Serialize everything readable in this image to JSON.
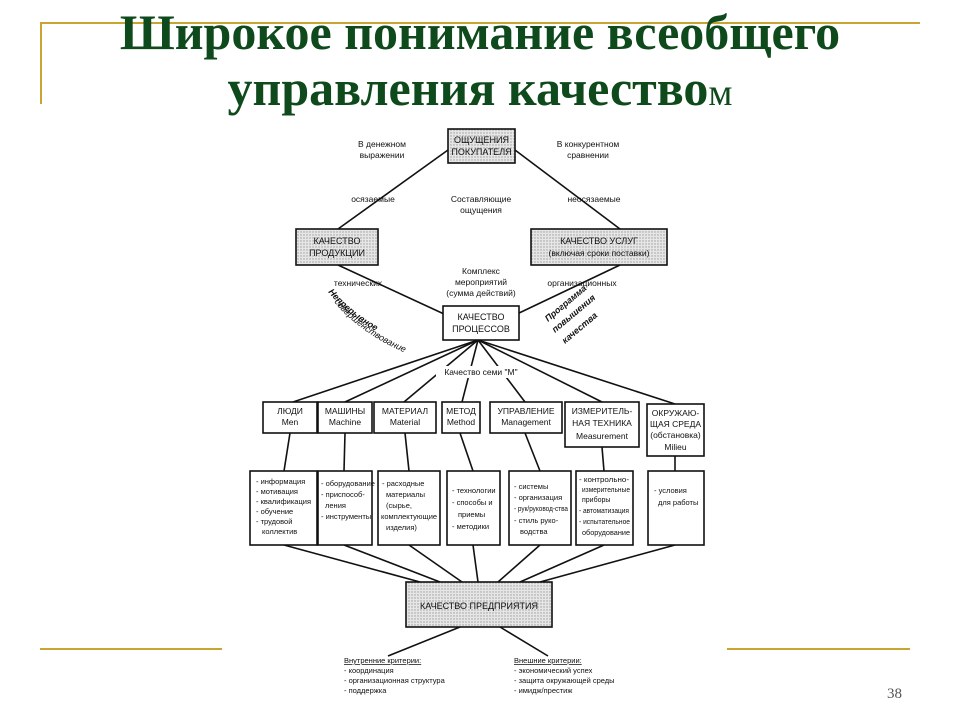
{
  "slide": {
    "title_line1": "Широкое понимание всеобщего",
    "title_line2_main": "управления качество",
    "title_line2_tail": "м",
    "page_number": "38"
  },
  "diagram": {
    "top_box": [
      "ОЩУЩЕНИЯ",
      "ПОКУПАТЕЛЯ"
    ],
    "left_note": [
      "В денежном",
      "выражении"
    ],
    "right_note": [
      "В конкурентном",
      "сравнении"
    ],
    "center_note": [
      "Составляющие",
      "ощущения"
    ],
    "left_edge_label": "осязаемые",
    "right_edge_label": "неосязаемые",
    "product_box": [
      "КАЧЕСТВО",
      "ПРОДУКЦИИ"
    ],
    "service_box": [
      "КАЧЕСТВО УСЛУГ",
      "(включая сроки поставки)"
    ],
    "tech_label": "технических",
    "org_label": "организационных",
    "complex_note": [
      "Комплекс",
      "мероприятий",
      "(сумма действий)"
    ],
    "process_box": [
      "КАЧЕСТВО",
      "ПРОЦЕССОВ"
    ],
    "left_arc": [
      "Непрерывное",
      "совершенствование"
    ],
    "right_arc": [
      "Программа",
      "повышения",
      "качества"
    ],
    "seven_m": "Качество семи \"М\"",
    "m_boxes": [
      {
        "line1": "ЛЮДИ",
        "line2": "Men",
        "line3": ""
      },
      {
        "line1": "МАШИНЫ",
        "line2": "Machine",
        "line3": ""
      },
      {
        "line1": "МАТЕРИАЛ",
        "line2": "Material",
        "line3": ""
      },
      {
        "line1": "МЕТОД",
        "line2": "Method",
        "line3": ""
      },
      {
        "line1": "УПРАВЛЕНИЕ",
        "line2": "Management",
        "line3": ""
      },
      {
        "line1": "ИЗМЕРИТЕЛЬ-",
        "line2": "НАЯ ТЕХНИКА",
        "line3": "Measurement"
      },
      {
        "line1": "ОКРУЖАЮ-",
        "line2": "ЩАЯ СРЕДА",
        "line3": "(обстановка)",
        "line4": "Milieu"
      }
    ],
    "detail_boxes": [
      [
        "- информация",
        "- мотивация",
        "- квалификация",
        "- обучение",
        "- трудовой",
        "коллектив"
      ],
      [
        "- оборудование",
        "- приспособ-",
        "ления",
        "- инструменты"
      ],
      [
        "- расходные",
        "материалы",
        "(сырье,",
        "комплектующие",
        "изделия)"
      ],
      [
        "- технологии",
        "- способы и",
        "приемы",
        "- методики"
      ],
      [
        "- системы",
        "- организация",
        "- рук/руковод-ства",
        "- стиль руко-",
        "водства"
      ],
      [
        "- контрольно-",
        "измерительные",
        "приборы",
        "- автоматизация",
        "- испытательное",
        "оборудование"
      ],
      [
        "- условия",
        "для работы"
      ]
    ],
    "enterprise_box": "КАЧЕСТВО ПРЕДПРИЯТИЯ",
    "internal_criteria": [
      "Внутренние критерии:",
      "- координация",
      "- организационная структура",
      "- поддержка"
    ],
    "external_criteria": [
      "Внешние критерии:",
      "- экономический успех",
      "- защита окружающей среды",
      "- имидж/престиж"
    ]
  }
}
